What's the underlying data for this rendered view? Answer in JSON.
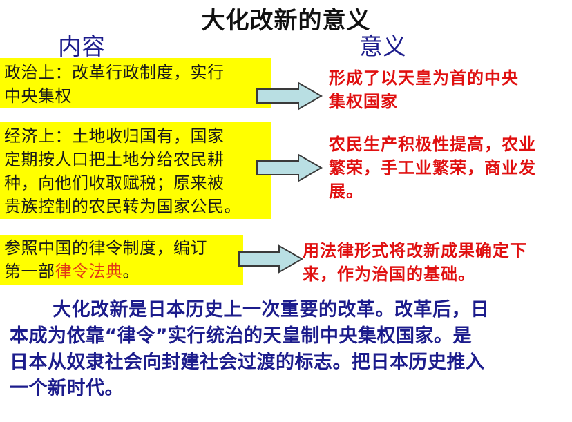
{
  "slide": {
    "title": "大化改新的意义",
    "headers": {
      "content": "内容",
      "significance": "意义"
    },
    "rows": [
      {
        "content": "政治上：改革行政制度，实行中央集权",
        "content_lines": [
          "政治上：改革行政制度，实行",
          "中央集权"
        ],
        "significance_lines": [
          "形成了以天皇为首的中央",
          "集权国家"
        ]
      },
      {
        "content_lines": [
          "经济上：土地收归国有，国家",
          "定期按人口把土地分给农民耕",
          "种，向他们收取赋税；原来被",
          "贵族控制的农民转为国家公民。"
        ],
        "significance_lines": [
          "农民生产积极性提高，农业",
          "繁荣，手工业繁荣，商业发",
          "展。"
        ]
      },
      {
        "content_lines": [
          "参照中国的律令制度，编订",
          "第一部"
        ],
        "content_highlight": "律令法典",
        "content_tail": "。",
        "significance_lines": [
          "用法律形式将改新成果确定下",
          "来，作为治国的基础。"
        ]
      }
    ],
    "summary_lines": [
      "大化改新是日本历史上一次重要的改革。改革后，日",
      "本成为依靠“律令”实行统治的天皇制中央集权国家。是",
      "日本从奴隶社会向封建社会过渡的标志。把日本历史推入",
      "一个新时代。"
    ],
    "colors": {
      "box_fill": "#ffff00",
      "significance_text": "#e01010",
      "header_text": "#1c1c8c",
      "summary_text": "#1c1c8c",
      "arrow_fill": "#b9dfe3",
      "highlight_text": "#e23a16"
    },
    "icons": [
      "right-arrow-icon",
      "right-arrow-icon",
      "right-arrow-icon"
    ]
  }
}
